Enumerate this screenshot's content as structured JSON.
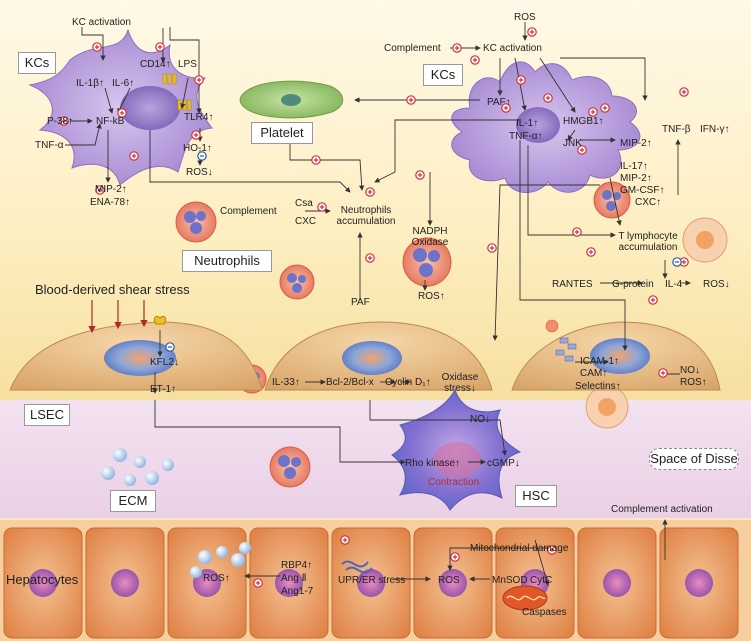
{
  "regions": {
    "kcs_left": "KCs",
    "kcs_right": "KCs",
    "platelet": "Platelet",
    "neutrophils": "Neutrophils",
    "shear_stress": "Blood-derived shear stress",
    "lsec": "LSEC",
    "ecm": "ECM",
    "hsc": "HSC",
    "space_of_disse": "Space of Disse",
    "hepatocytes": "Hepatocytes"
  },
  "left_kc": {
    "kc_activation": "KC activation",
    "il1b": "IL-1β↑",
    "il6": "IL-6↑",
    "cd14": "CD14↑",
    "lps": "LPS",
    "tlr4": "TLR4↑",
    "p38": "P-38↑",
    "nfkb": "NF-kB",
    "tnfa": "TNF-α",
    "ho1": "HO-1↑",
    "ros": "ROS↓",
    "mip2": "MIP-2↑",
    "ena78": "ENA-78↑"
  },
  "right_kc": {
    "ros_top": "ROS",
    "complement": "Complement",
    "kc_activation": "KC activation",
    "paf": "PAF↑",
    "il1": "IL-1↑",
    "tnfa": "TNF-α↑",
    "hmgb1": "HMGB1↑",
    "jnk": "JNK",
    "mip2": "MIP-2↑",
    "tnfb": "TNF-β",
    "ifng": "IFN-γ↑"
  },
  "neutrophil_area": {
    "complement": "Complement",
    "csa": "Csa",
    "cxc": "CXC",
    "accumulation": "Neutrophils\naccumulation",
    "nadph": "NADPH\nOxidase",
    "ros": "ROS↑",
    "paf": "PAF"
  },
  "t_cell_area": {
    "il17": "IL-17↑",
    "mip2": "MIP-2↑",
    "gmcsf": "GM-CSF↑",
    "cxc": "CXC↑",
    "accumulation": "T lymphocyte\naccumulation",
    "rantes": "RANTES",
    "gprotein": "G-protein",
    "il4": "IL-4",
    "ros": "ROS↓"
  },
  "lsec_labels": {
    "kfl2": "KFL2↓",
    "et1": "ET-1↑",
    "il33": "IL-33↑",
    "bcl": "Bcl-2/Bcl-x",
    "cyclin": "Cyclin D₁↑",
    "oxidase": "Oxidase\nstress↓",
    "icam": "ICAM-1↑",
    "cam": "CAM↑",
    "selectins": "Selectins↑",
    "no": "NO↓",
    "ros": "ROS↑"
  },
  "hsc_labels": {
    "no": "NO↓",
    "rho": "Rho kinase↑",
    "cgmp": "cGMP↓",
    "contraction": "Contraction"
  },
  "hepatocyte_labels": {
    "ros1": "ROS↑",
    "rbp4": "RBP4↑",
    "ang2": "Ang Ⅱ",
    "ang17": "Ang1-7",
    "upr": "UPR/ER stress",
    "ros2": "ROS",
    "mito": "Mitochondrial damage",
    "mnsod": "MnSOD",
    "cytc": "CytC",
    "caspases": "Caspases",
    "complement": "Complement activation"
  },
  "colors": {
    "kc": "#b79ad8",
    "kc_dark": "#8f6fbd",
    "platelet": "#8cbf5c",
    "neutrophil": "#f08d6a",
    "lsec": "#e7b97c",
    "hsc": "#8476d0",
    "hepatocyte": "#e7934f",
    "plus": "#d0313a",
    "minus": "#2f5aa8"
  }
}
